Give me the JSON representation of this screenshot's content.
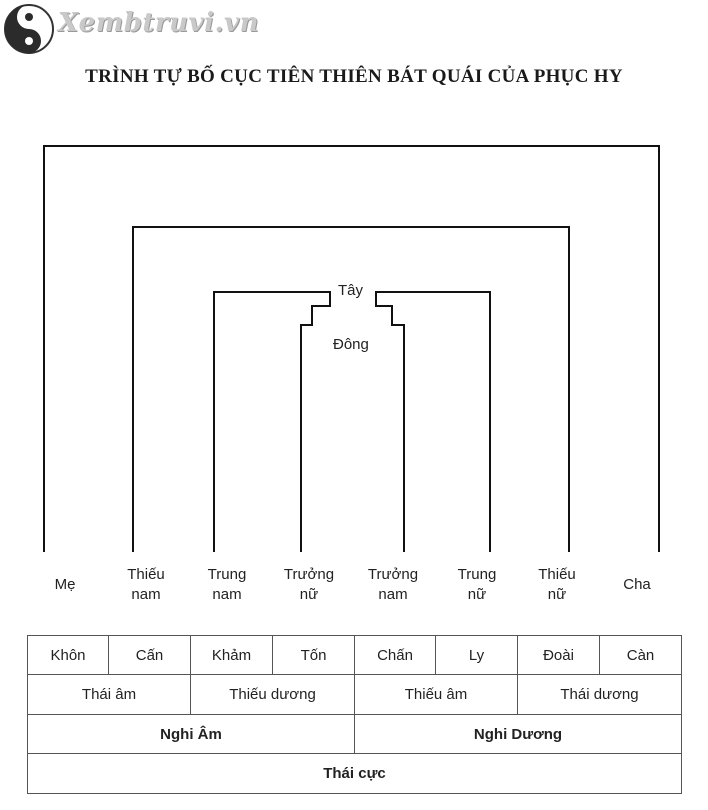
{
  "watermark": {
    "site": "Xembtruvi.vn",
    "logo_icon": "yin-yang-icon"
  },
  "title": "TRÌNH TỰ BỐ CỤC TIÊN THIÊN BÁT QUÁI CỦA PHỤC HY",
  "directions": {
    "west": "Tây",
    "east": "Đông"
  },
  "members": [
    {
      "line1": "Mẹ",
      "line2": ""
    },
    {
      "line1": "Thiếu",
      "line2": "nam"
    },
    {
      "line1": "Trung",
      "line2": "nam"
    },
    {
      "line1": "Trưởng",
      "line2": "nữ"
    },
    {
      "line1": "Trưởng",
      "line2": "nam"
    },
    {
      "line1": "Trung",
      "line2": "nữ"
    },
    {
      "line1": "Thiếu",
      "line2": "nữ"
    },
    {
      "line1": "Cha",
      "line2": ""
    }
  ],
  "trigrams": [
    "Khôn",
    "Cấn",
    "Khảm",
    "Tốn",
    "Chấn",
    "Ly",
    "Đoài",
    "Càn"
  ],
  "four_symbols": [
    "Thái âm",
    "Thiếu dương",
    "Thiếu âm",
    "Thái dương"
  ],
  "two_modes": [
    "Nghi Âm",
    "Nghi Dương"
  ],
  "supreme": "Thái cực",
  "colors": {
    "line": "#111111",
    "grid": "#555555"
  }
}
